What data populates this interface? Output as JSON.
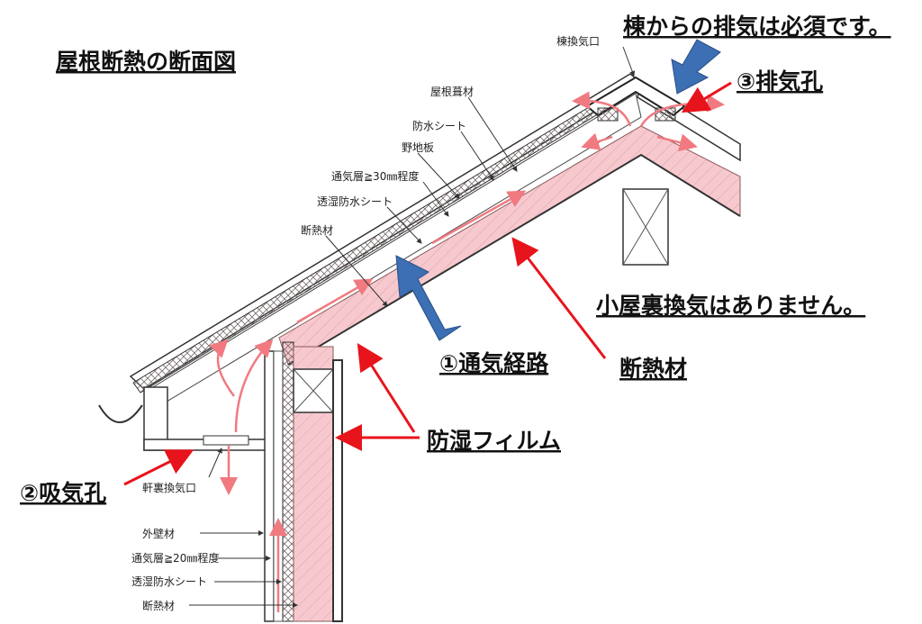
{
  "title": "屋根断熱の断面図",
  "callouts": {
    "ridge_note": "棟からの排気は必須です。",
    "exhaust": "③排気孔",
    "airflow": "①通気経路",
    "no_attic_vent": "小屋裏換気はありません。",
    "insulation": "断熱材",
    "vapor_film": "防湿フィルム",
    "intake": "②吸気孔"
  },
  "small_labels": {
    "ridge_vent": "棟換気口",
    "roofing": "屋根葺材",
    "waterproof_sheet": "防水シート",
    "sheathing": "野地板",
    "vent_layer_roof": "通気層≧30㎜程度",
    "breathable_sheet_roof": "透湿防水シート",
    "insulation_roof": "断熱材",
    "eave_vent": "軒裏換気口",
    "exterior_wall": "外壁材",
    "vent_layer_wall": "通気層≧20㎜程度",
    "breathable_sheet_wall": "透湿防水シート",
    "insulation_wall": "断熱材"
  },
  "colors": {
    "accent_red": "#e8141c",
    "accent_blue": "#3c6fb4",
    "insulation_pink": "#f7c9cf",
    "flow_red": "#f07a80"
  }
}
